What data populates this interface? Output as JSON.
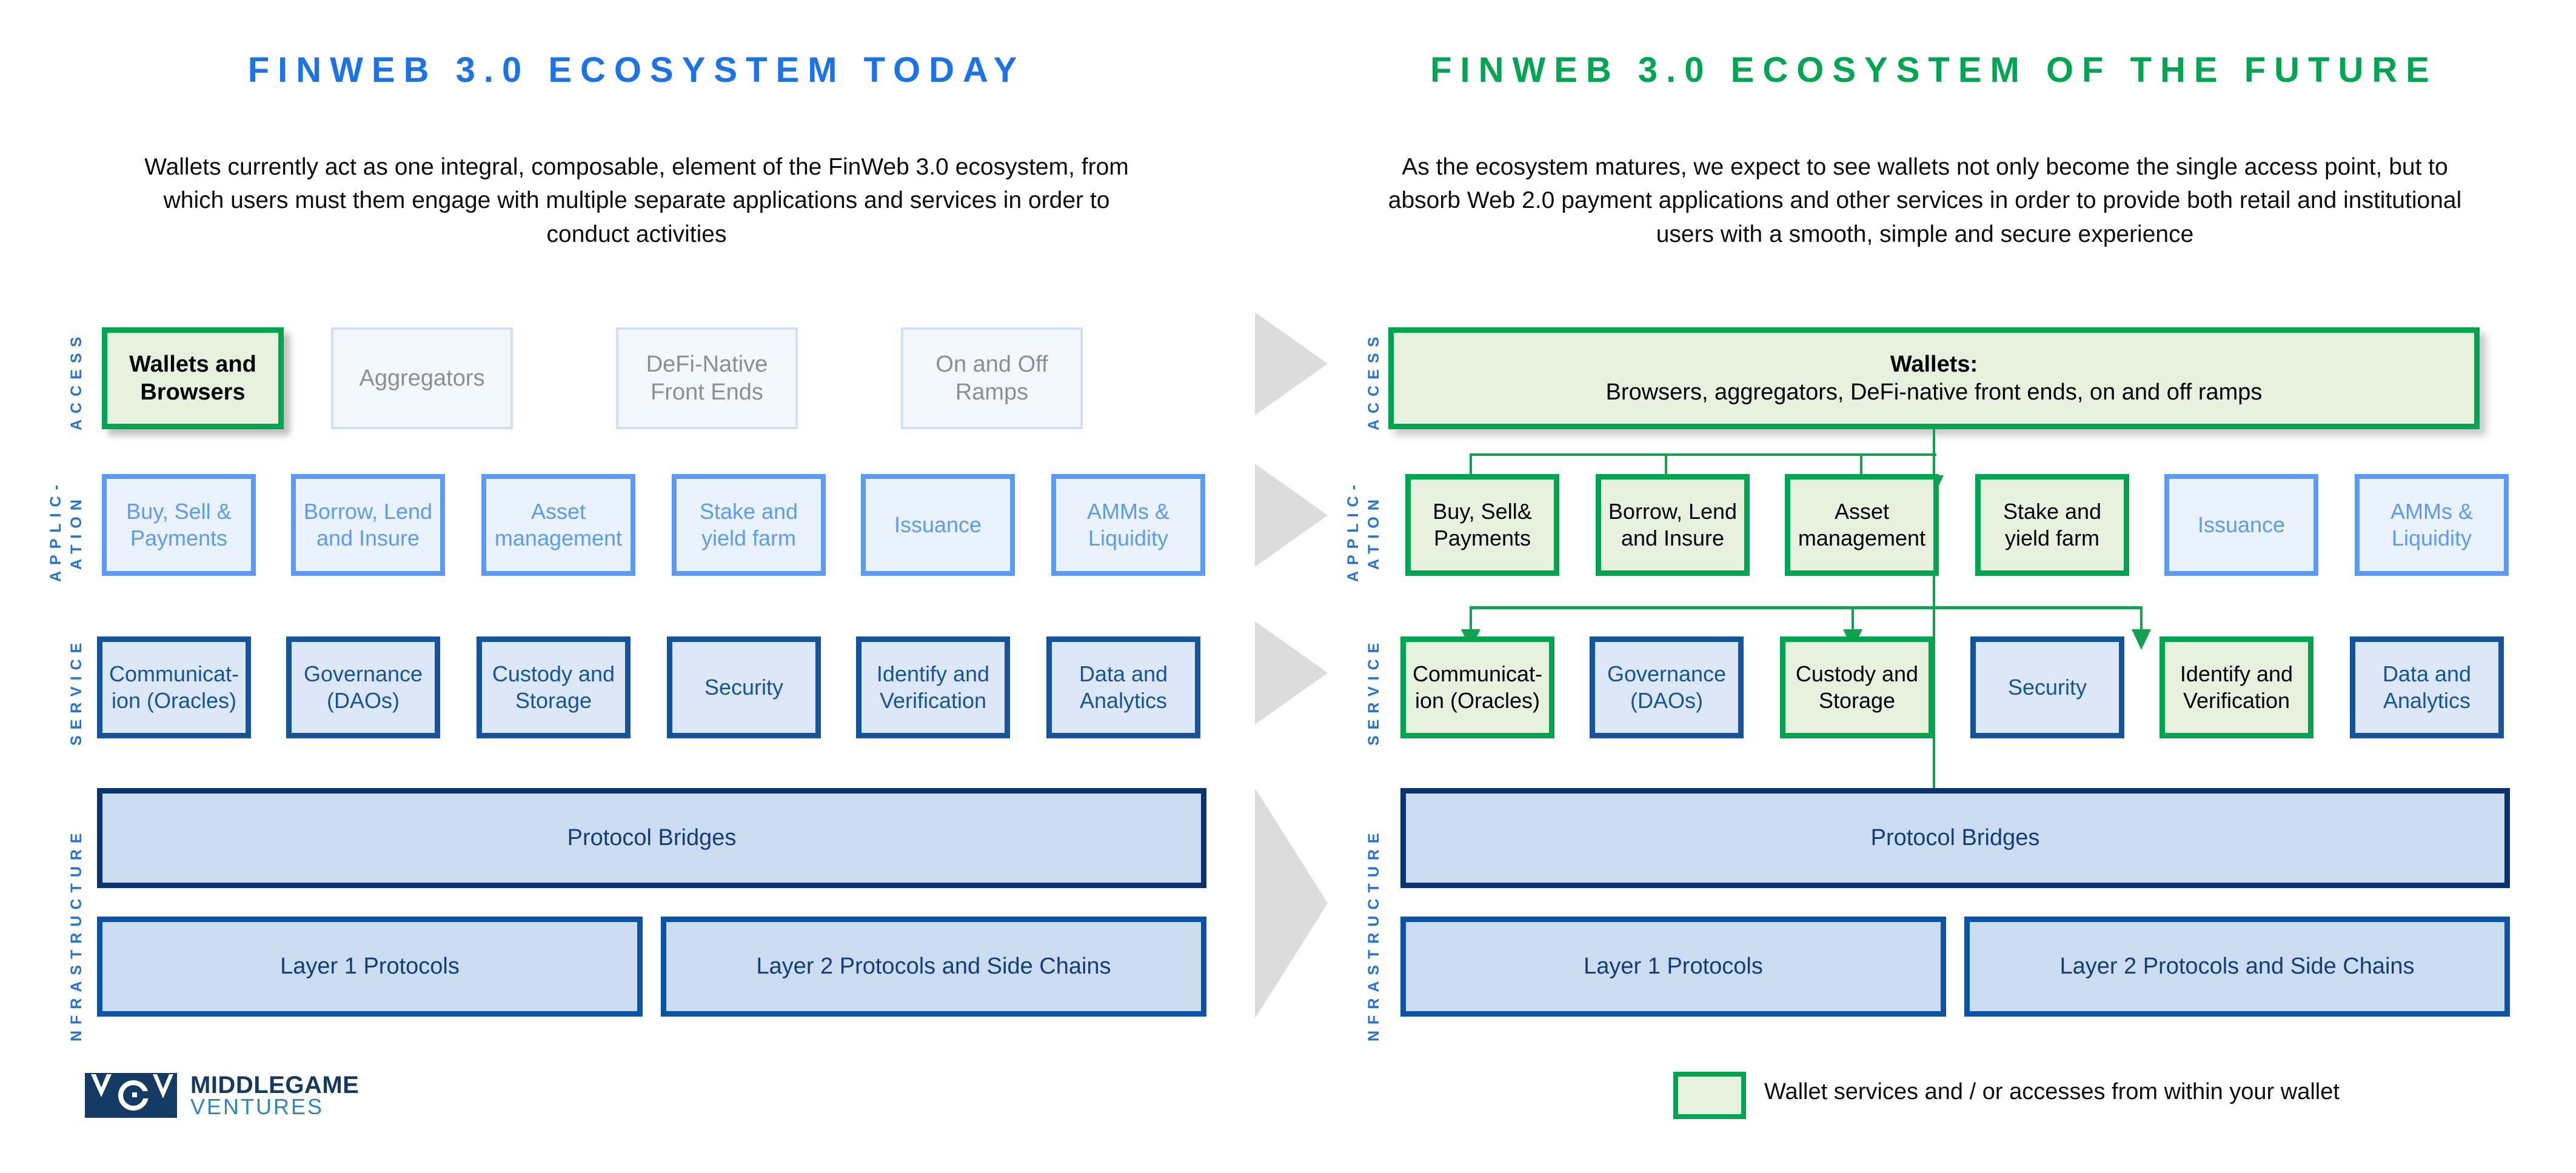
{
  "left": {
    "title": "FINWEB 3.0 ECOSYSTEM TODAY",
    "title_color": "#1a73e8",
    "subtitle": "Wallets currently act as one integral, composable, element of the FinWeb 3.0 ecosystem, from which users must them engage with multiple separate applications and services in order to conduct activities",
    "bands": {
      "access": "ACCESS",
      "application_1": "APPLIC-",
      "application_2": "ATION",
      "service": "SERVICE",
      "infrastructure": "NFRASTRUCTURE"
    },
    "access_row": [
      {
        "label": "Wallets and Browsers",
        "highlight": true
      },
      {
        "label": "Aggregators",
        "highlight": false
      },
      {
        "label": "DeFi-Native Front Ends",
        "highlight": false
      },
      {
        "label": "On and Off Ramps",
        "highlight": false
      }
    ],
    "application_row": [
      {
        "label": "Buy, Sell & Payments",
        "highlight": false
      },
      {
        "label": "Borrow, Lend and Insure",
        "highlight": false
      },
      {
        "label": "Asset management",
        "highlight": false
      },
      {
        "label": "Stake and yield farm",
        "highlight": false
      },
      {
        "label": "Issuance",
        "highlight": false
      },
      {
        "label": "AMMs & Liquidity",
        "highlight": false
      }
    ],
    "service_row": [
      {
        "label": "Communicat-ion (Oracles)",
        "highlight": false
      },
      {
        "label": "Governance (DAOs)",
        "highlight": false
      },
      {
        "label": "Custody and Storage",
        "highlight": false
      },
      {
        "label": "Security",
        "highlight": false
      },
      {
        "label": "Identify and Verification",
        "highlight": false
      },
      {
        "label": "Data and Analytics",
        "highlight": false
      }
    ],
    "infrastructure_row": {
      "bridges": "Protocol Bridges",
      "layer1": "Layer 1 Protocols",
      "layer2": "Layer 2 Protocols and Side Chains"
    }
  },
  "right": {
    "title": "FINWEB 3.0 ECOSYSTEM OF THE FUTURE",
    "title_color": "#00a650",
    "subtitle": "As the ecosystem matures, we expect to see wallets not only become the single access point, but to absorb Web 2.0 payment applications and other services in order to provide both retail and institutional users with a smooth, simple and secure experience",
    "bands": {
      "access": "ACCESS",
      "application_1": "APPLIC-",
      "application_2": "ATION",
      "service": "SERVICE",
      "infrastructure": "NFRASTRUCTURE"
    },
    "wallet_bar": {
      "lead": "Wallets:",
      "rest": " Browsers, aggregators, DeFi-native front ends, on and off ramps"
    },
    "application_row": [
      {
        "label": "Buy, Sell& Payments",
        "highlight": true
      },
      {
        "label": "Borrow, Lend and Insure",
        "highlight": true
      },
      {
        "label": "Asset management",
        "highlight": true
      },
      {
        "label": "Stake and yield farm",
        "highlight": true
      },
      {
        "label": "Issuance",
        "highlight": false
      },
      {
        "label": "AMMs & Liquidity",
        "highlight": false
      }
    ],
    "service_row": [
      {
        "label": "Communicat-ion (Oracles)",
        "highlight": true
      },
      {
        "label": "Governance (DAOs)",
        "highlight": false
      },
      {
        "label": "Custody and Storage",
        "highlight": true
      },
      {
        "label": "Security",
        "highlight": false
      },
      {
        "label": "Identify and Verification",
        "highlight": true
      },
      {
        "label": "Data and Analytics",
        "highlight": false
      }
    ],
    "infrastructure_row": {
      "bridges": "Protocol Bridges",
      "layer1": "Layer 1 Protocols",
      "layer2": "Layer 2 Protocols and Side Chains"
    }
  },
  "legend": {
    "text": "Wallet services and / or accesses from within your wallet",
    "swatch_border": "#00a64f",
    "swatch_fill": "#e6f2dd"
  },
  "logo": {
    "mark": "MGV",
    "line1": "MIDDLEGAME",
    "line2": "VENTURES",
    "color_dark": "#153a63",
    "color_light": "#2e84c8"
  },
  "colors": {
    "blue_title": "#1a73e8",
    "green_title": "#00a650",
    "green_border": "#00a64f",
    "green_fill": "#e6f2dd",
    "app_blue": "#5b9bf8",
    "service_blue": "#14539e",
    "infra_navy": "#0a3272",
    "chevron_grey": "#dcdcdc"
  }
}
